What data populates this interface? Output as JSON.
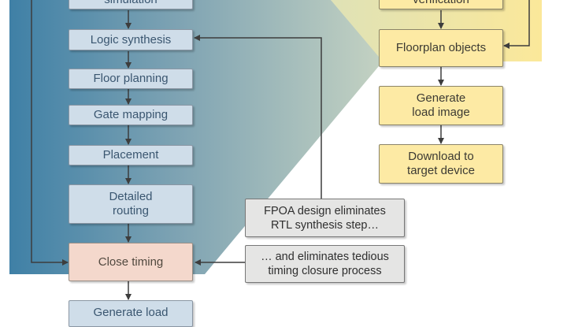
{
  "colors": {
    "left_panel": "#3f80a6",
    "right_panel": "#fbe89a",
    "blue_box": "#cfdde9",
    "pink_box": "#f4d8cc",
    "yellow_box": "#fdeaa4",
    "gray_box": "#e5e5e4",
    "arrow": "#3d3d3d"
  },
  "left_flow": {
    "simulation": "simulation",
    "logic_synthesis": "Logic synthesis",
    "floor_planning": "Floor planning",
    "gate_mapping": "Gate mapping",
    "placement": "Placement",
    "detailed_routing": "Detailed\nrouting",
    "close_timing": "Close timing",
    "generate_load": "Generate load"
  },
  "right_flow": {
    "verification": "verification",
    "floorplan_objects": "Floorplan objects",
    "generate_load_image": "Generate\nload image",
    "download_to_target": "Download to\ntarget device"
  },
  "notes": {
    "fpoa_note": "FPOA design eliminates\nRTL synthesis step…",
    "timing_note": "… and eliminates tedious\ntiming closure process"
  }
}
